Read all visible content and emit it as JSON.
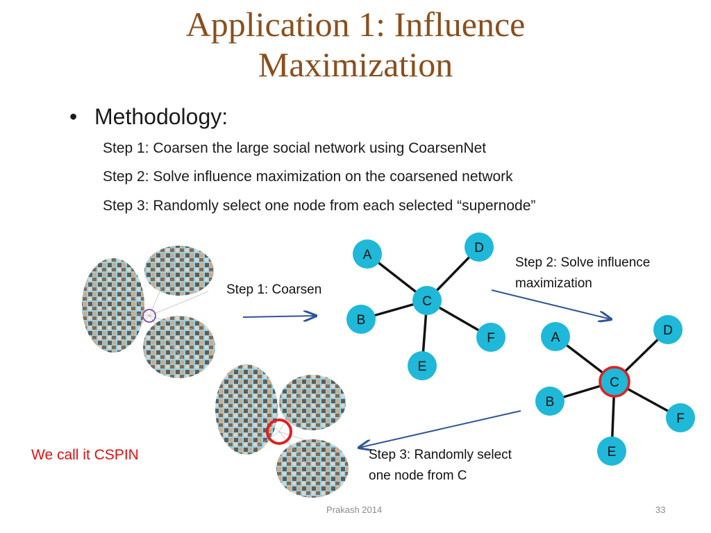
{
  "title": {
    "line1": "Application 1: Influence",
    "line2": "Maximization"
  },
  "bullet": {
    "symbol": "•",
    "text": "Methodology:"
  },
  "steps": [
    "Step 1: Coarsen the large social network using CoarsenNet",
    "Step 2: Solve influence maximization on the coarsened network",
    "Step 3: Randomly select one node from each selected “supernode”"
  ],
  "diagram": {
    "step1_label": "Step 1: Coarsen",
    "step2_label_line1": "Step 2: Solve influence",
    "step2_label_line2": "maximization",
    "step3_label_line1": "Step 3: Randomly select",
    "step3_label_line2": "one node from C",
    "graph1_nodes": [
      "A",
      "D",
      "C",
      "B",
      "F",
      "E"
    ],
    "graph2_nodes": [
      "A",
      "D",
      "C",
      "B",
      "F",
      "E"
    ],
    "node_color": "#1fb8d8",
    "highlight_color": "#e02020",
    "arrow_color": "#2f5597"
  },
  "cspin_text": "We call it CSPIN",
  "footer": {
    "author": "Prakash 2014",
    "page": "33"
  }
}
